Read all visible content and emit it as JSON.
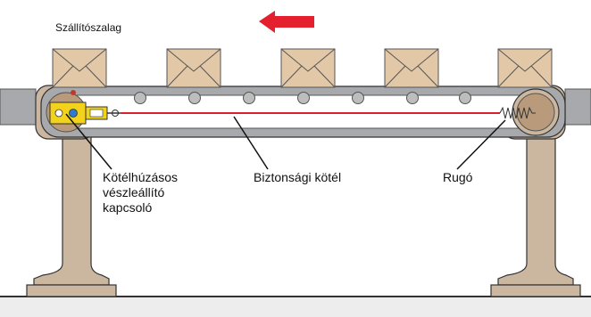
{
  "title": "Szállítószalag",
  "labels": {
    "switch": [
      "Kötélhúzásos",
      "vészleállító",
      "kapcsoló"
    ],
    "rope": "Biztonsági kötél",
    "spring": "Rugó"
  },
  "direction": "left",
  "colors": {
    "arrow": "#e4202f",
    "rope": "#d9202b",
    "box_fill": "#e3c8a8",
    "belt_fill": "#a7a9ac",
    "roller_fill": "#bdbdbd",
    "switch_body": "#f2d21a",
    "floor_band": "#ededed"
  },
  "icons": [
    "envelope-box",
    "roller",
    "pulley-drum",
    "support-leg",
    "spring",
    "pull-wire-switch",
    "direction-arrow"
  ]
}
